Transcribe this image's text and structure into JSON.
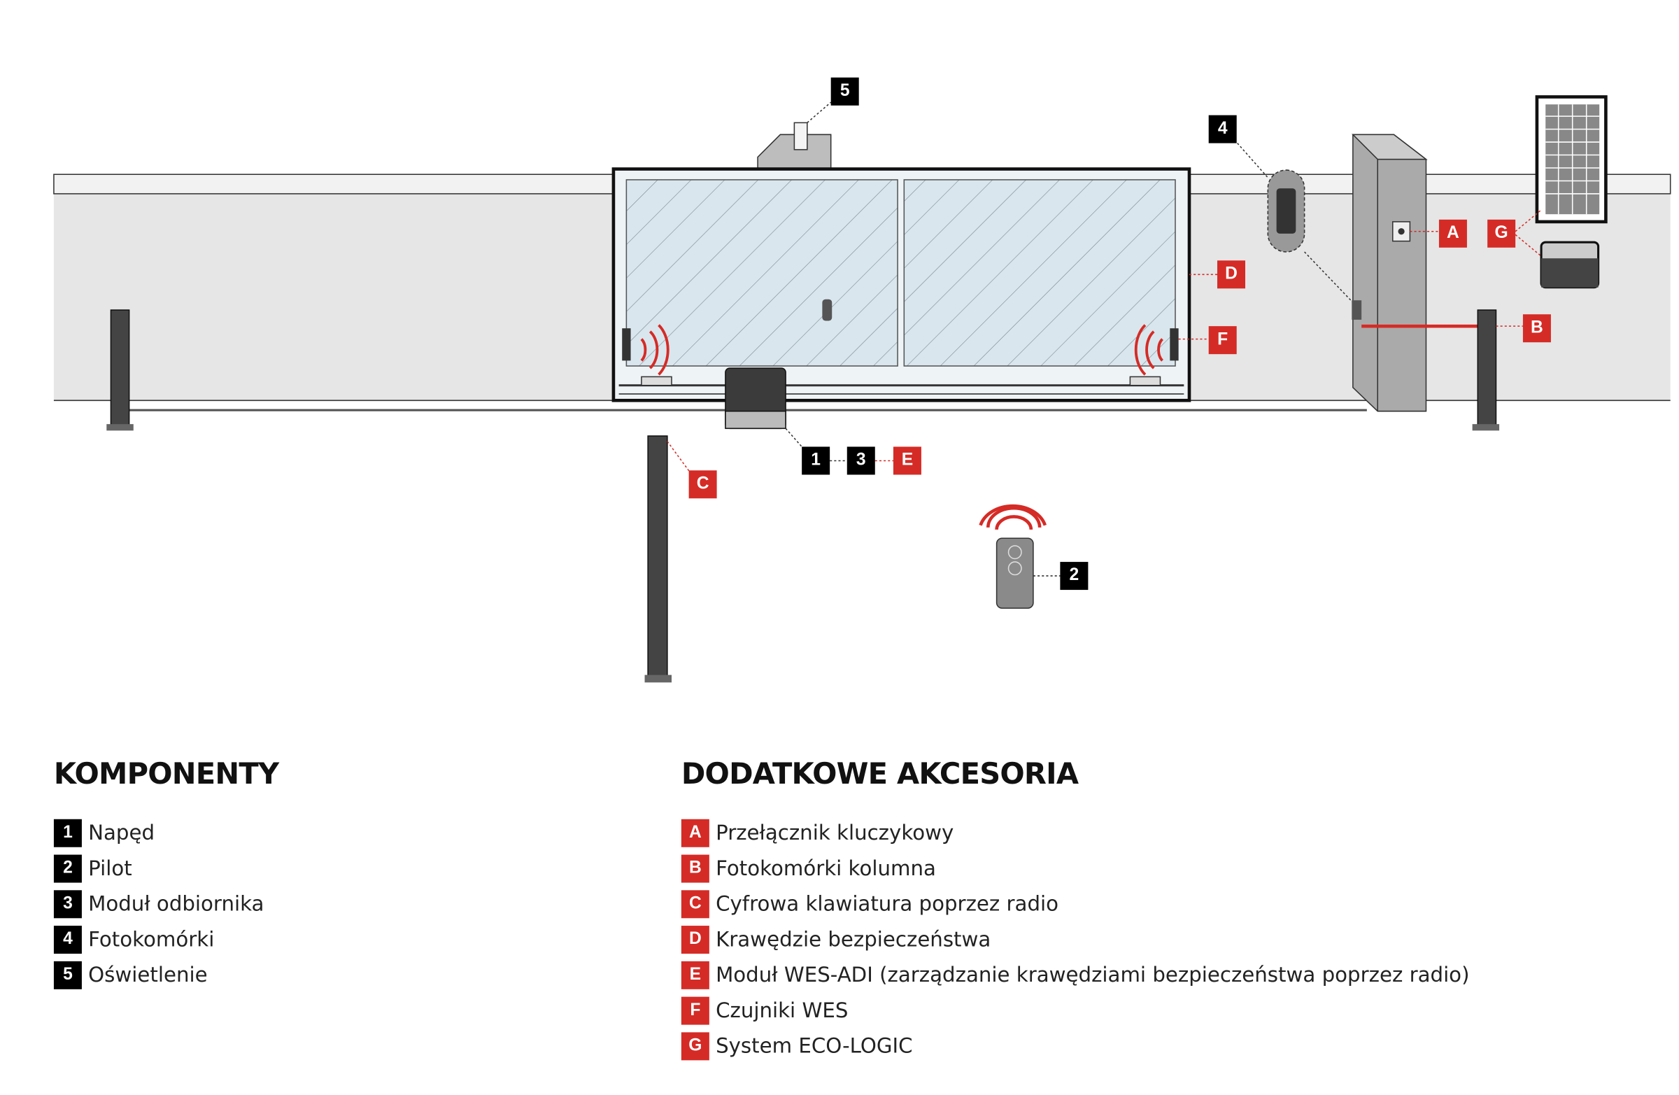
{
  "diagram": {
    "markers": {
      "drive": "1",
      "remote": "2",
      "receiver": "3",
      "photocells": "4",
      "lighting": "5",
      "key_switch": "A",
      "column_photocells": "B",
      "keypad": "C",
      "safety_edges": "D",
      "wes_adi": "E",
      "wes_sensors": "F",
      "eco_logic": "G"
    },
    "colors": {
      "accent_red": "#d52b26",
      "black": "#000000",
      "wall": "#e6e6e6",
      "glass": "#d9e6ee"
    }
  },
  "legend": {
    "components_title": "KOMPONENTY",
    "components": [
      {
        "code": "1",
        "label": "Napęd"
      },
      {
        "code": "2",
        "label": "Pilot"
      },
      {
        "code": "3",
        "label": "Moduł odbiornika"
      },
      {
        "code": "4",
        "label": "Fotokomórki"
      },
      {
        "code": "5",
        "label": "Oświetlenie"
      }
    ],
    "accessories_title": "DODATKOWE AKCESORIA",
    "accessories": [
      {
        "code": "A",
        "label": "Przełącznik kluczykowy"
      },
      {
        "code": "B",
        "label": "Fotokomórki kolumna"
      },
      {
        "code": "C",
        "label": "Cyfrowa klawiatura poprzez radio"
      },
      {
        "code": "D",
        "label": "Krawędzie bezpieczeństwa"
      },
      {
        "code": "E",
        "label": "Moduł WES-ADI (zarządzanie krawędziami bezpieczeństwa poprzez radio)"
      },
      {
        "code": "F",
        "label": "Czujniki WES"
      },
      {
        "code": "G",
        "label": "System ECO-LOGIC"
      }
    ]
  }
}
